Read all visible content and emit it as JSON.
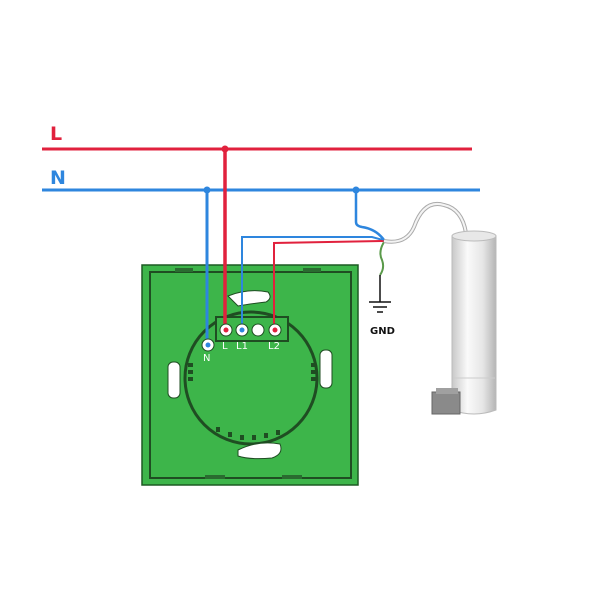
{
  "lines": {
    "live_label": "L",
    "neutral_label": "N",
    "live_color": "#e1213d",
    "neutral_color": "#2e86de"
  },
  "switch": {
    "panel_color": "#3db54a",
    "terminals": [
      "N",
      "L",
      "L1",
      "L2"
    ]
  },
  "ground": {
    "label": "GND"
  },
  "device": {
    "name": "tubular-motor"
  }
}
